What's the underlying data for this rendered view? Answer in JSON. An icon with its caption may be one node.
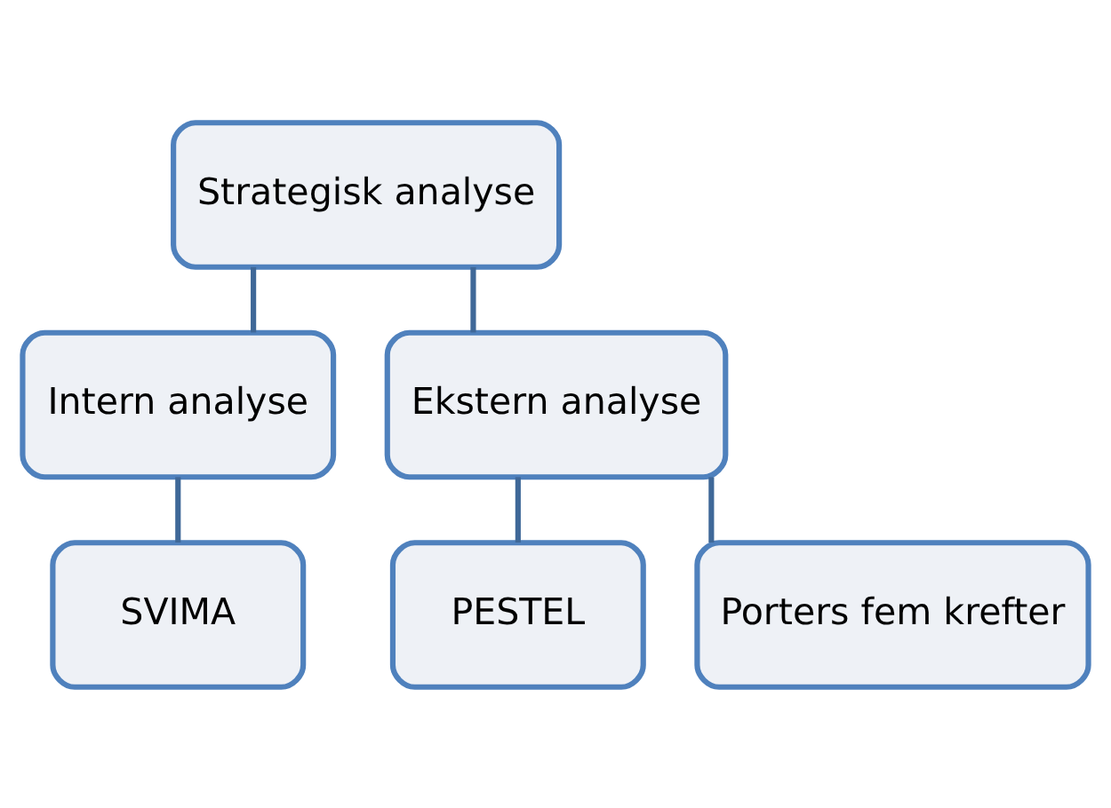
{
  "diagram": {
    "nodes": [
      {
        "text": [
          "Strategisk analyse"
        ]
      },
      {
        "text": [
          "Intern analyse"
        ]
      },
      {
        "text": [
          "Ekstern analyse"
        ]
      },
      {
        "text": [
          "SVIMA"
        ]
      },
      {
        "text": [
          "PESTEL"
        ]
      },
      {
        "text": [
          "Porters fem krefter"
        ]
      }
    ],
    "edges": [
      {
        "from": 0,
        "to": 1,
        "arrow": "none"
      },
      {
        "from": 0,
        "to": 2,
        "arrow": "none"
      },
      {
        "from": 1,
        "to": 3,
        "arrow": "none"
      },
      {
        "from": 2,
        "to": 4,
        "arrow": "none"
      },
      {
        "from": 2,
        "to": 5,
        "arrow": "none"
      }
    ]
  }
}
